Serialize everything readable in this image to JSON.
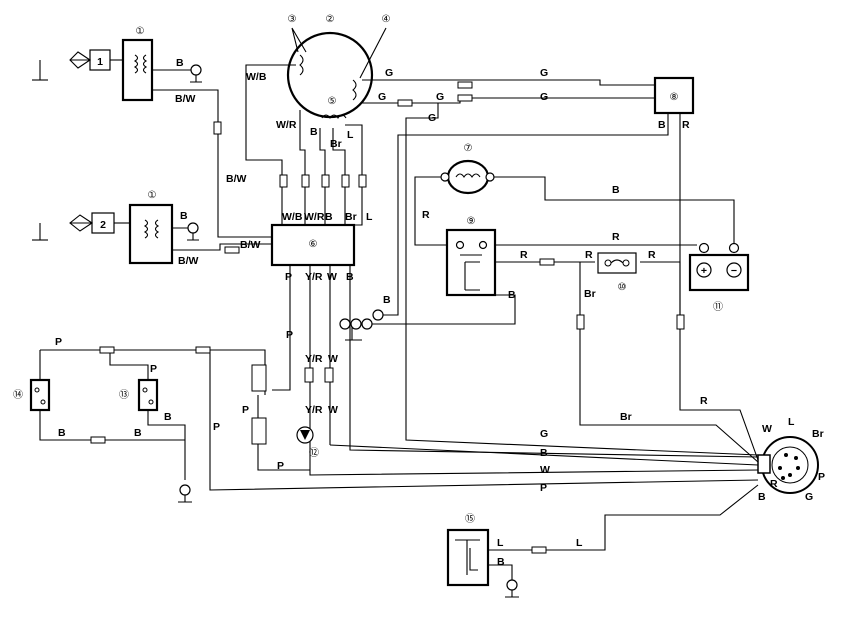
{
  "components": {
    "c1": "①",
    "c2": "②",
    "c3": "③",
    "c4": "④",
    "c5": "⑤",
    "c6": "⑥",
    "c7": "⑦",
    "c8": "⑧",
    "c9": "⑨",
    "c10": "⑩",
    "c11": "⑪",
    "c12": "⑫",
    "c13": "⑬",
    "c14": "⑭",
    "c15": "⑮"
  },
  "plugs": {
    "p1": "1",
    "p2": "2"
  },
  "battery": {
    "plus": "+",
    "minus": "−"
  },
  "wires": {
    "B": "B",
    "BW": "B/W",
    "WB": "W/B",
    "WR": "W/R",
    "Br": "Br",
    "L": "L",
    "G": "G",
    "R": "R",
    "P": "P",
    "YR": "Y/R",
    "W": "W"
  }
}
